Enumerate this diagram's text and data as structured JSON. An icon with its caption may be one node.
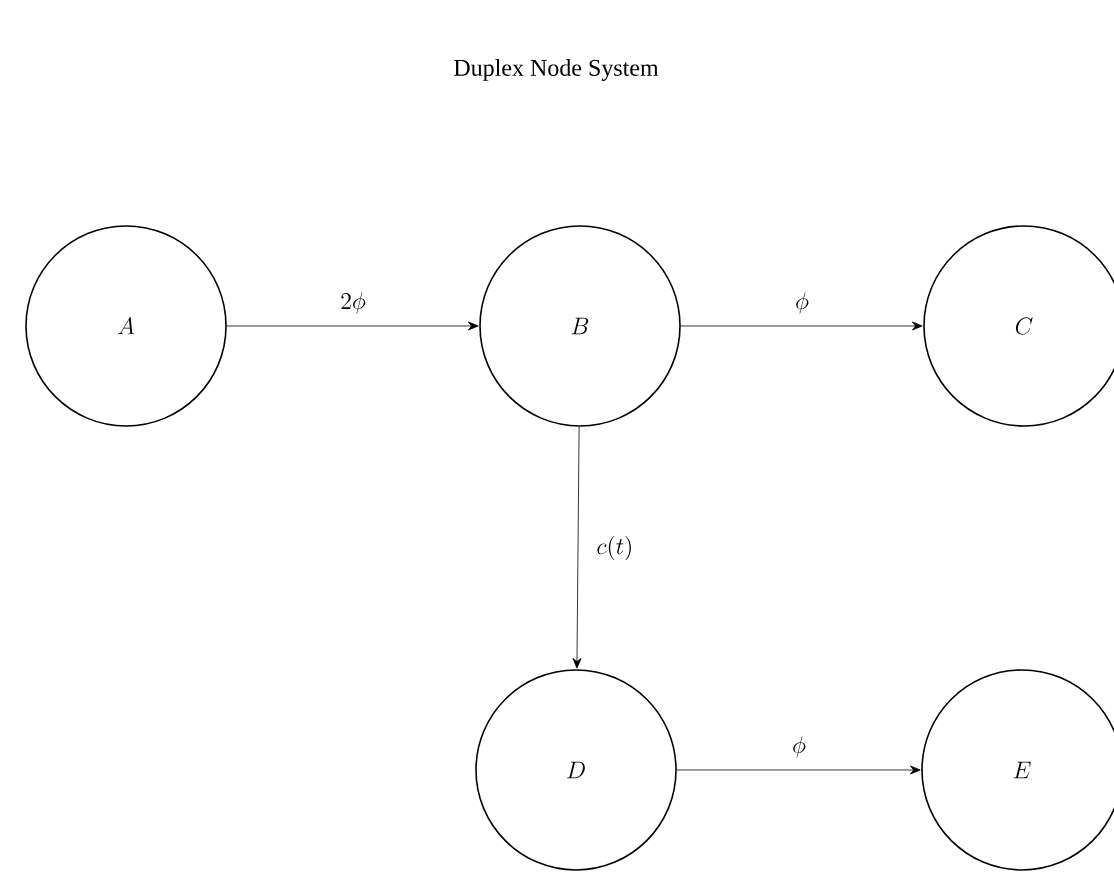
{
  "diagram": {
    "title": "Duplex Node System",
    "nodes": [
      {
        "text": [
          "A"
        ]
      },
      {
        "text": [
          "B"
        ]
      },
      {
        "text": [
          "C"
        ]
      },
      {
        "text": [
          "D"
        ]
      },
      {
        "text": [
          "E"
        ]
      }
    ],
    "edges": [
      {
        "from": 0,
        "to": 1,
        "arrow": "to",
        "label": "2\\phi"
      },
      {
        "from": 1,
        "to": 2,
        "arrow": "to",
        "label": "\\phi"
      },
      {
        "from": 1,
        "to": 3,
        "arrow": "to",
        "label": "c(t)"
      },
      {
        "from": 3,
        "to": 4,
        "arrow": "to",
        "label": "\\phi"
      }
    ]
  }
}
